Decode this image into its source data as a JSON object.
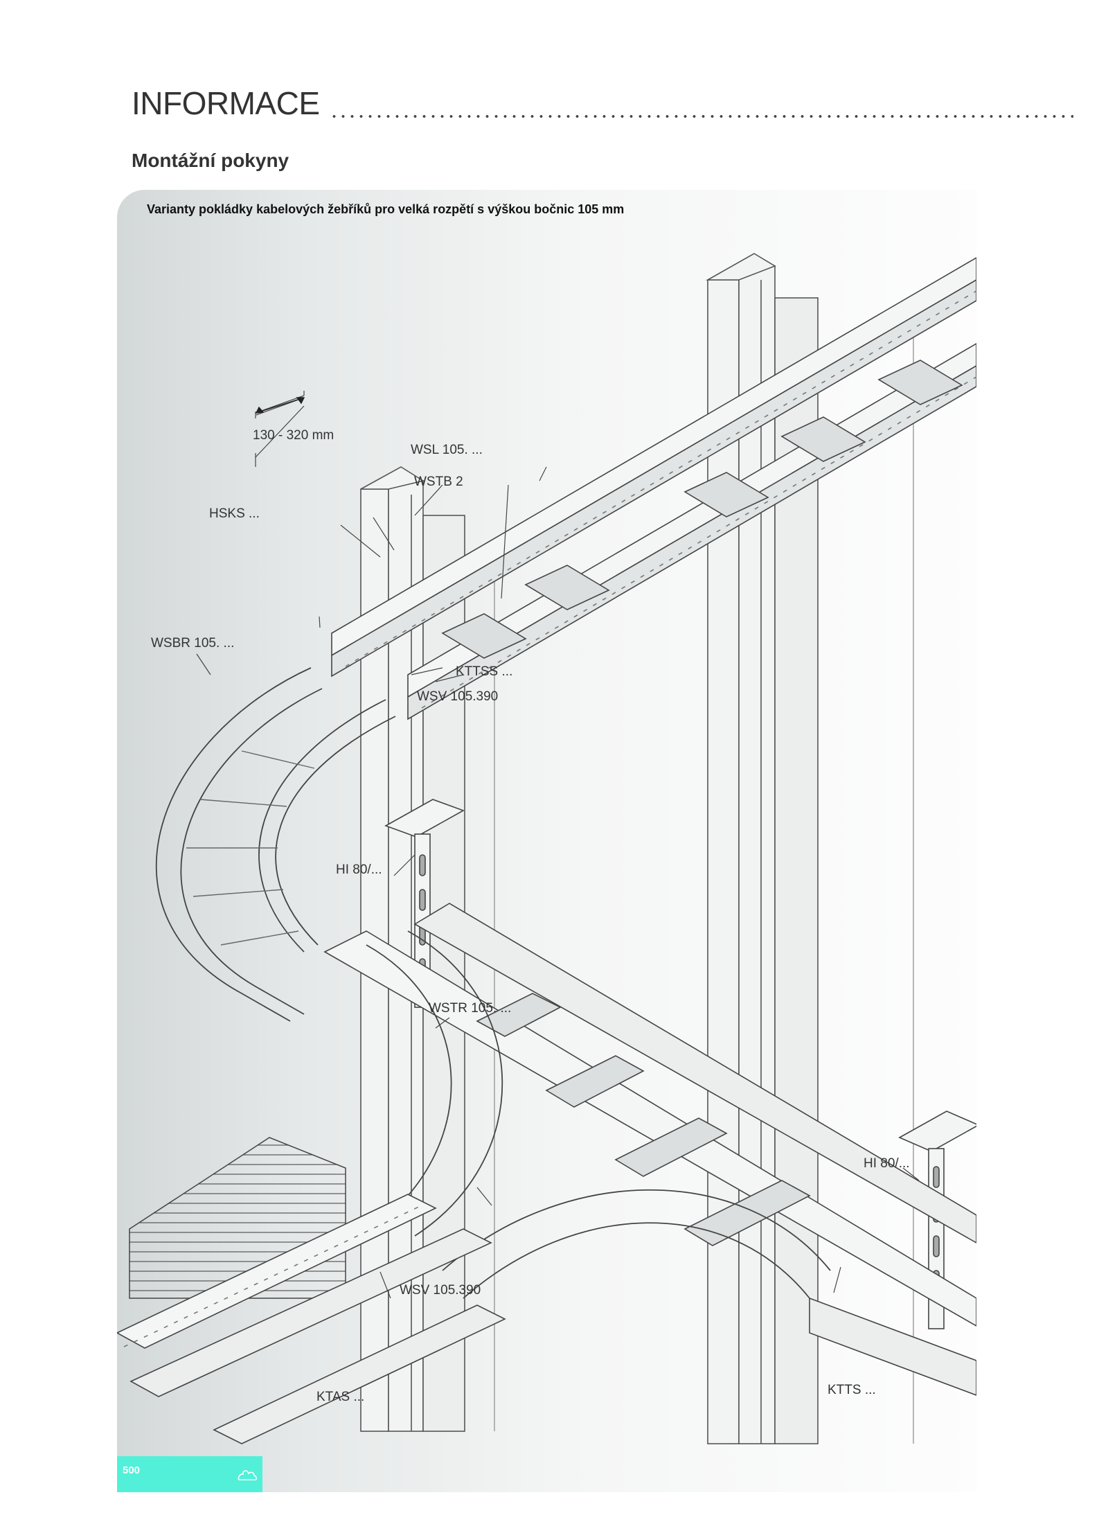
{
  "header": {
    "title": "INFORMACE"
  },
  "section": {
    "title": "Montážní pokyny"
  },
  "figure": {
    "caption": "Varianty pokládky kabelových žebříků pro velká rozpětí s výškou bočnic 105 mm",
    "labels": {
      "dimension": "130 - 320 mm",
      "wsl": "WSL 105. ...",
      "wstb": "WSTB 2",
      "hsks": "HSKS ...",
      "wsbr": "WSBR 105. ...",
      "kttss": "KTTSS ...",
      "wsv_top": "WSV 105.390",
      "hi_left": "HI 80/...",
      "wstr": "WSTR 105. ...",
      "hi_right": "HI 80/...",
      "wsv_bottom": "WSV 105.390",
      "ktas": "KTAS ...",
      "ktts": "KTTS ..."
    }
  },
  "footer": {
    "page_number": "500",
    "icon": "cloud-icon",
    "tab_color": "#52f0d9"
  }
}
